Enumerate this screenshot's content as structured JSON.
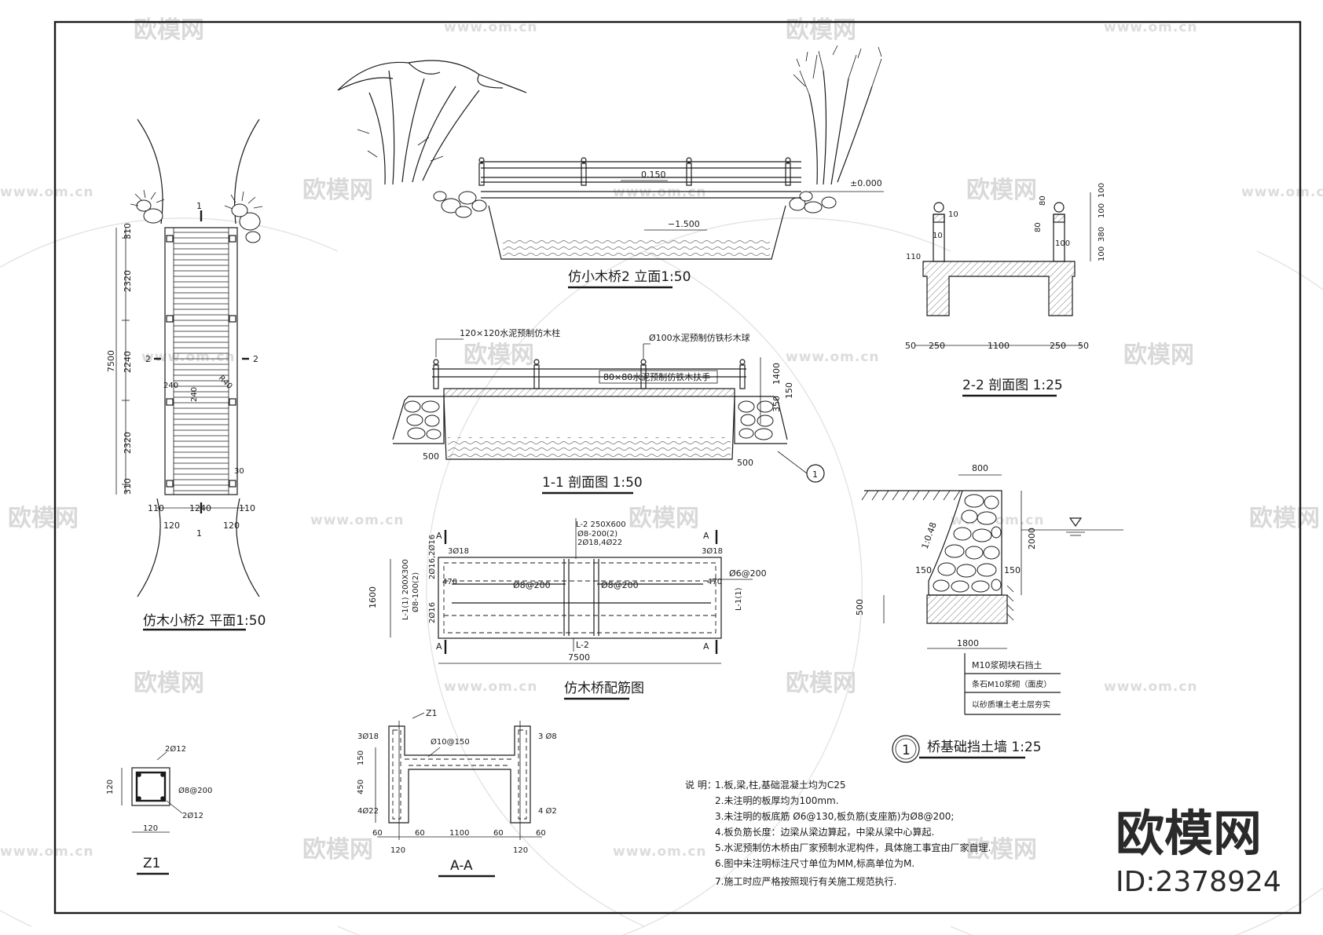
{
  "watermark": {
    "logo": "欧模网",
    "url": "www.om.cn"
  },
  "brand": {
    "name": "欧模网",
    "id": "ID:2378924"
  },
  "views": {
    "plan": {
      "title": "仿木小桥2 平面1:50",
      "dims": {
        "total": "7500",
        "seg1": "310",
        "seg2": "2320",
        "seg3": "2240",
        "seg4": "2320",
        "seg5": "310",
        "w_left": "110",
        "w_mid": "1240",
        "w_right": "110",
        "b_left": "120",
        "b_right": "120",
        "d240a": "240",
        "d240b": "240",
        "d30": "30",
        "d_r": "R40"
      },
      "marks": {
        "sec1": "1",
        "sec2": "2"
      }
    },
    "elevation": {
      "title": "仿小木桥2 立面1:50",
      "levels": {
        "deck": "0.150",
        "ground": "±0.000",
        "bottom": "−1.500"
      }
    },
    "section11": {
      "title": "1-1 剖面图 1:50",
      "labels": {
        "post": "120×120水泥预制仿木柱",
        "ball": "Ø100水泥预制仿铁杉木球",
        "rail": "80×80水泥预制仿铁木扶手"
      },
      "dims": {
        "h1400": "1400",
        "h150": "150",
        "h350": "350",
        "d500a": "500",
        "d500b": "500"
      },
      "callout": "1"
    },
    "section22": {
      "title": "2-2 剖面图 1:25",
      "dims": {
        "d50a": "50",
        "d250a": "250",
        "d1100": "1100",
        "d250b": "250",
        "d50b": "50",
        "d10a": "10",
        "d10b": "10",
        "d80a": "80",
        "d80b": "80",
        "d100a": "100",
        "d110": "110",
        "v100a": "100",
        "v100b": "100",
        "v380": "380",
        "v100c": "100"
      }
    },
    "rebar": {
      "title": "仿木桥配筋图",
      "labels": {
        "beam": "L-2 250X600",
        "stirrup_beam": "Ø8-200(2)",
        "beam_bars": "2Ø18,4Ø22",
        "bar_a": "3Ø18",
        "bar_b": "3Ø18",
        "slab_a": "Ø8@200",
        "slab_b": "Ø8@200",
        "edge": "Ø6@200",
        "l1_left": "L-1(1) 200X300",
        "l1_stirrup": "Ø8-100(2)",
        "l1_bars": "2Ø16,2Ø16",
        "l1_right": "L-1(1)",
        "l2_bottom": "L-2",
        "d470a": "470",
        "d470b": "470",
        "d2016": "2Ø16",
        "sec_a": "A"
      },
      "dims": {
        "length": "7500",
        "width": "1600"
      }
    },
    "aa": {
      "title": "A-A",
      "labels": {
        "z1": "Z1",
        "b3018": "3Ø18",
        "b38": "3 Ø8",
        "stirrup": "Ø10@150",
        "b4022": "4Ø22",
        "b42": "4 Ø2"
      },
      "dims": {
        "h150": "150",
        "h450": "450",
        "d60a": "60",
        "d60b": "60",
        "d1100": "1100",
        "d60c": "60",
        "d60d": "60",
        "d120a": "120",
        "d120b": "120"
      }
    },
    "z1": {
      "title": "Z1",
      "labels": {
        "top": "2Ø12",
        "stirrup": "Ø8@200",
        "bottom": "2Ø12"
      },
      "dims": {
        "h120": "120",
        "w120": "120"
      }
    },
    "wall": {
      "title": "桥基础挡土墙 1:25",
      "callout": "1",
      "dims": {
        "d800": "800",
        "slope": "1:0.48",
        "h2000": "2000",
        "d150a": "150",
        "d150b": "150",
        "d500": "500",
        "d1800": "1800"
      },
      "legend": [
        "M10浆砌块石挡土",
        "条石M10浆砌（面皮）",
        "以砂质壤土老土层夯实"
      ]
    }
  },
  "notes": {
    "label": "说 明：",
    "items": [
      "1.板,梁,柱,基础混凝土均为C25",
      "2.未注明的板厚均为100mm.",
      "3.未注明的板底筋 Ø6@130,板负筋(支座筋)为Ø8@200;",
      "4.板负筋长度：边梁从梁边算起，中梁从梁中心算起.",
      "5.水泥预制仿木桥由厂家预制水泥构件，具体施工事宜由厂家自理.",
      "6.图中未注明标注尺寸单位为MM,标高单位为M.",
      "7.施工时应严格按照现行有关施工规范执行."
    ]
  }
}
